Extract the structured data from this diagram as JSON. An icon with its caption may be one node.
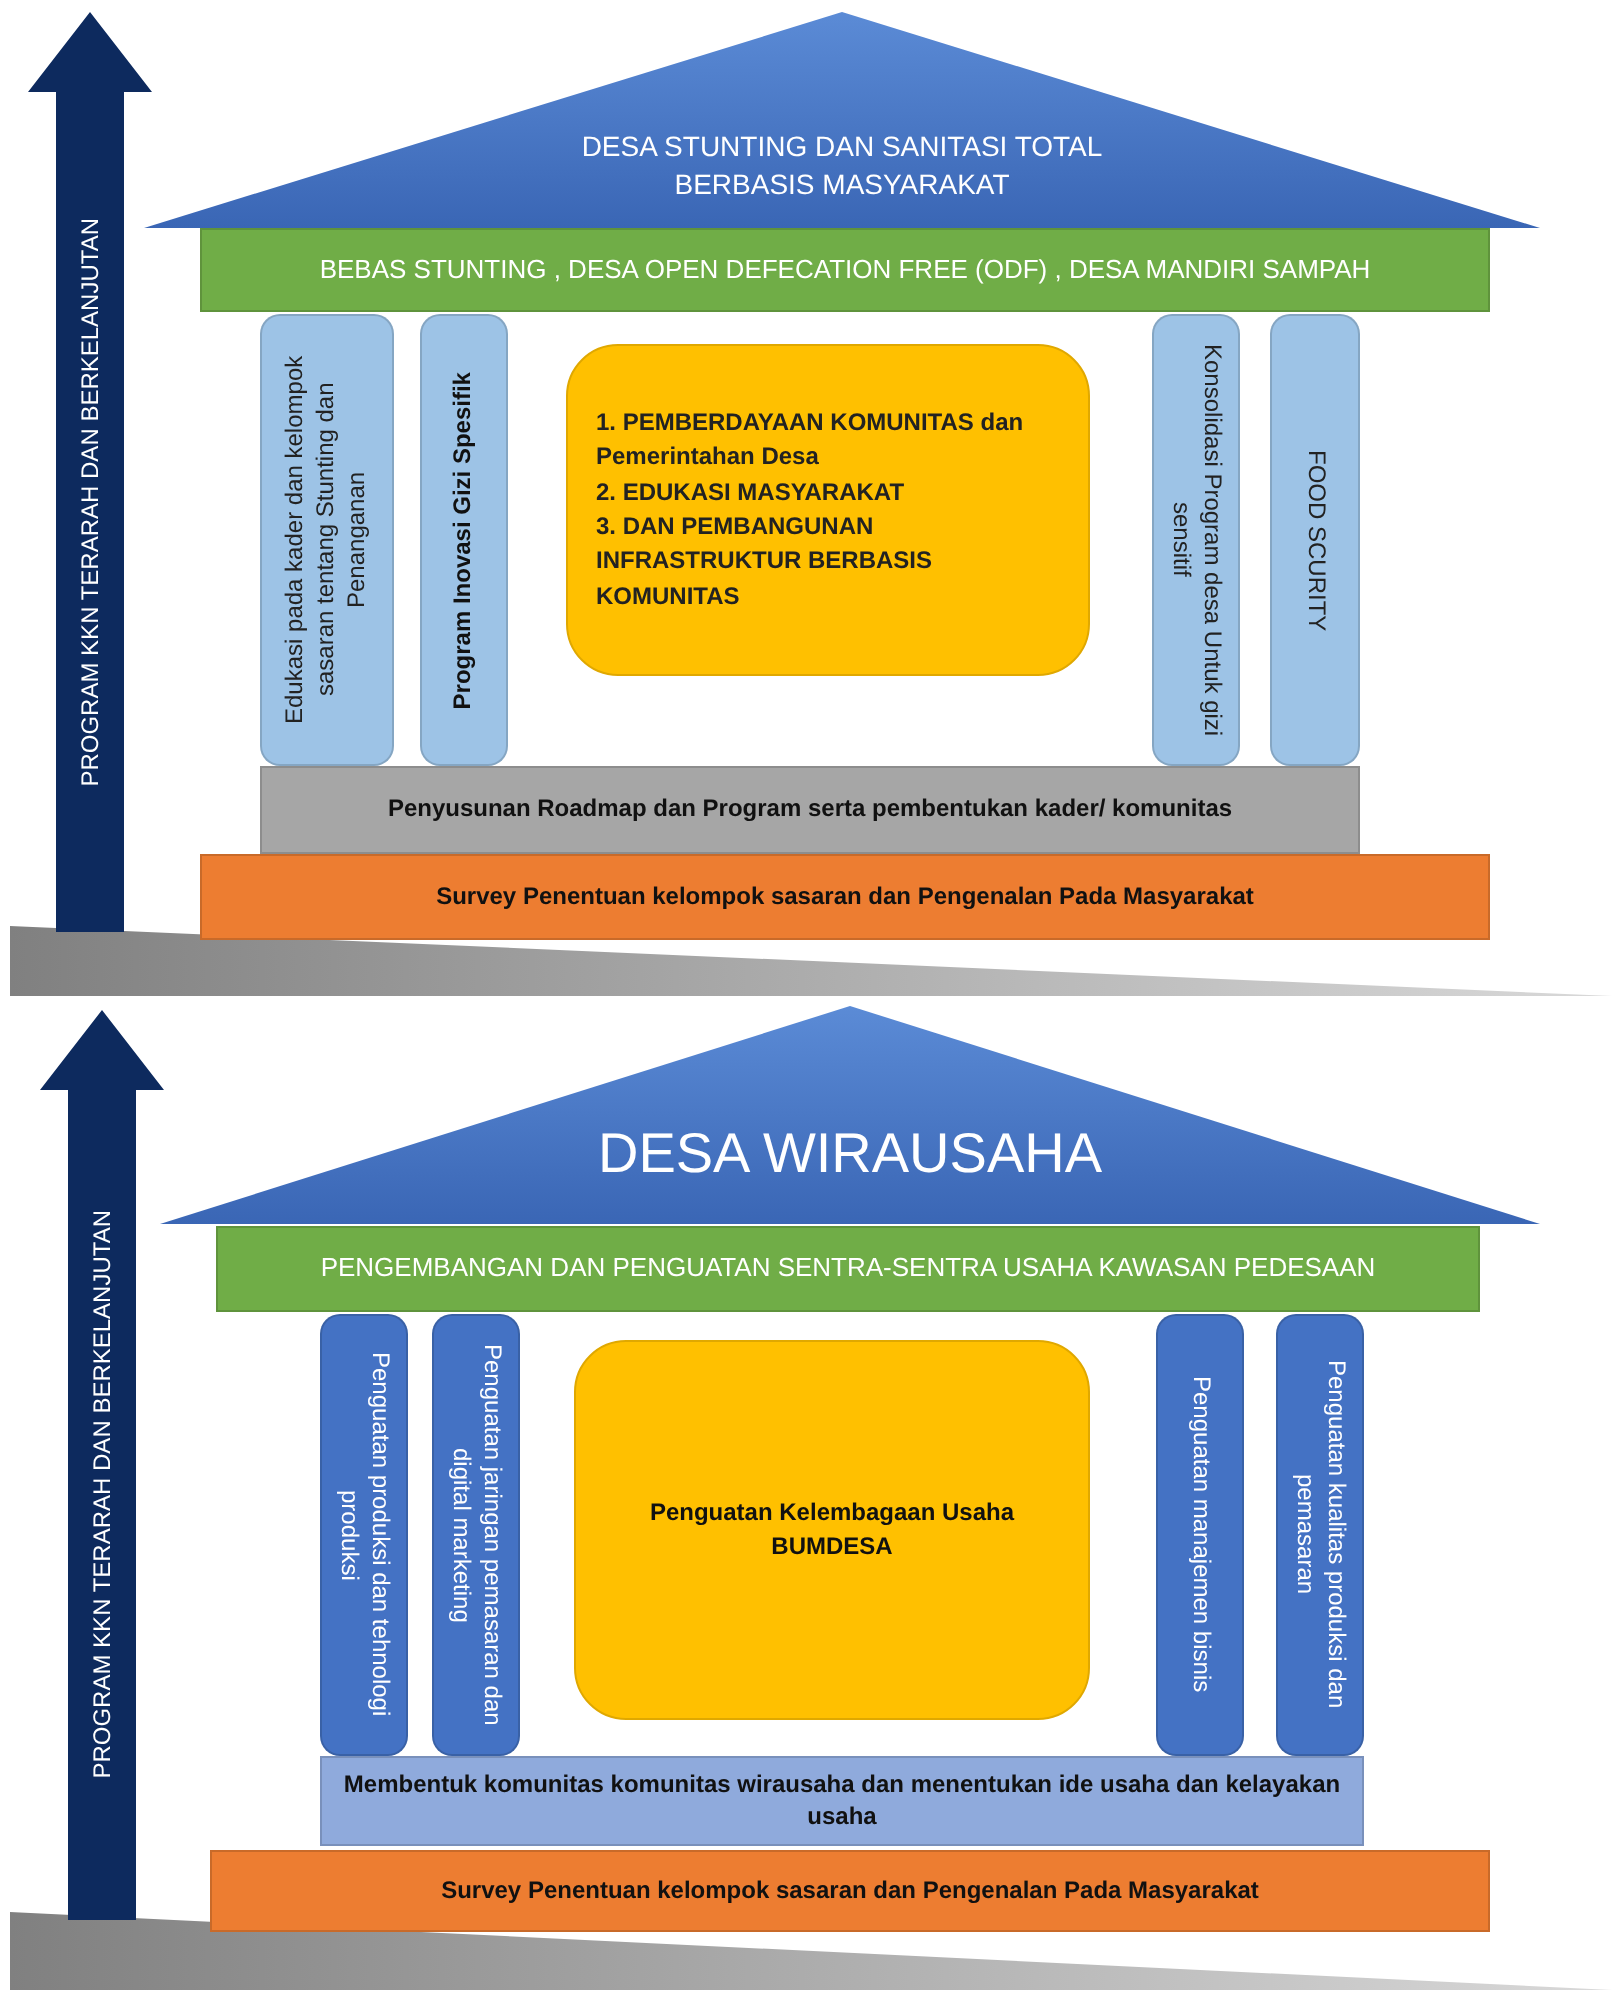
{
  "diagram": {
    "nodes": [
      {
        "text": [
          "PROGRAM KKN TERARAH DAN BERKELANJUTAN"
        ]
      },
      {
        "text": [
          "DESA STUNTING DAN SANITASI TOTAL BERBASIS MASYARAKAT"
        ]
      },
      {
        "text": [
          "BEBAS STUNTING , DESA OPEN DEFECATION FREE (ODF) , DESA MANDIRI SAMPAH"
        ]
      },
      {
        "text": [
          "Edukasi pada kader dan kelompok sasaran tentang Stunting dan Penanganan"
        ]
      },
      {
        "text": [
          "Program Inovasi Gizi Spesifik"
        ]
      },
      {
        "text": [
          "1. PEMBERDAYAAN KOMUNITAS dan Pemerintahan Desa",
          "2. EDUKASI MASYARAKAT",
          "3. DAN PEMBANGUNAN INFRASTRUKTUR BERBASIS KOMUNITAS"
        ]
      },
      {
        "text": [
          "Konsolidasi Program desa Untuk gizi sensitif"
        ]
      },
      {
        "text": [
          "FOOD SCURITY"
        ]
      },
      {
        "text": [
          "Penyusunan Roadmap dan Program serta pembentukan kader/ komunitas"
        ]
      },
      {
        "text": [
          "Survey Penentuan kelompok sasaran dan Pengenalan Pada Masyarakat"
        ]
      },
      {
        "text": [
          "PROGRAM KKN TERARAH DAN BERKELANJUTAN"
        ]
      },
      {
        "text": [
          "DESA WIRAUSAHA"
        ]
      },
      {
        "text": [
          "PENGEMBANGAN DAN PENGUATAN SENTRA-SENTRA USAHA KAWASAN PEDESAAN"
        ]
      },
      {
        "text": [
          "Penguatan produksi dan tehnologi produksi"
        ]
      },
      {
        "text": [
          "Penguatan jaringan pemasaran dan digital marketing"
        ]
      },
      {
        "text": [
          "Penguatan Kelembagaan Usaha BUMDESA"
        ]
      },
      {
        "text": [
          "Penguatan manajemen bisnis"
        ]
      },
      {
        "text": [
          "Penguatan kualitas produksi dan pemasaran"
        ]
      },
      {
        "text": [
          "Membentuk komunitas komunitas wirausaha dan menentukan ide usaha dan kelayakan usaha"
        ]
      },
      {
        "text": [
          "Survey Penentuan kelompok sasaran dan Pengenalan Pada Masyarakat"
        ]
      }
    ]
  }
}
